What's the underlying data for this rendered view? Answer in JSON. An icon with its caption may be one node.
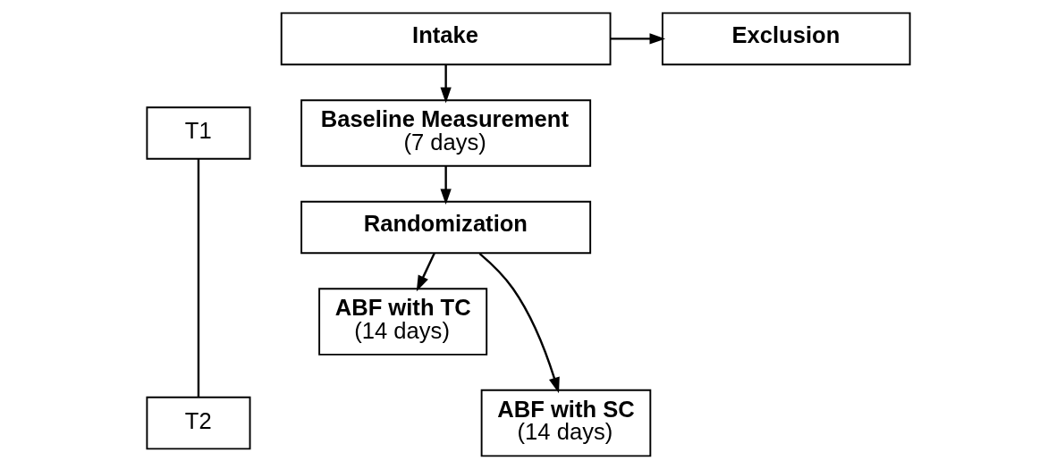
{
  "diagram": {
    "nodes": [
      {
        "text": [
          "Intake"
        ]
      },
      {
        "text": [
          "Exclusion"
        ]
      },
      {
        "text": [
          "Baseline Measurement",
          "(7 days)"
        ]
      },
      {
        "text": [
          "Randomization"
        ]
      },
      {
        "text": [
          "ABF with SC",
          "(14 days)"
        ]
      },
      {
        "text": [
          "ABF with TC",
          "(14 days)"
        ]
      },
      {
        "text": [
          "T1"
        ]
      },
      {
        "text": [
          "T2"
        ]
      }
    ],
    "edges": [
      {
        "from": 0,
        "to": 1,
        "arrow": "to"
      },
      {
        "from": 0,
        "to": 2,
        "arrow": "to"
      },
      {
        "from": 2,
        "to": 3,
        "arrow": "to"
      },
      {
        "from": 3,
        "to": 4,
        "arrow": "to"
      },
      {
        "from": 3,
        "to": 5,
        "arrow": "to"
      },
      {
        "from": 6,
        "to": 7,
        "arrow": "none"
      }
    ]
  }
}
